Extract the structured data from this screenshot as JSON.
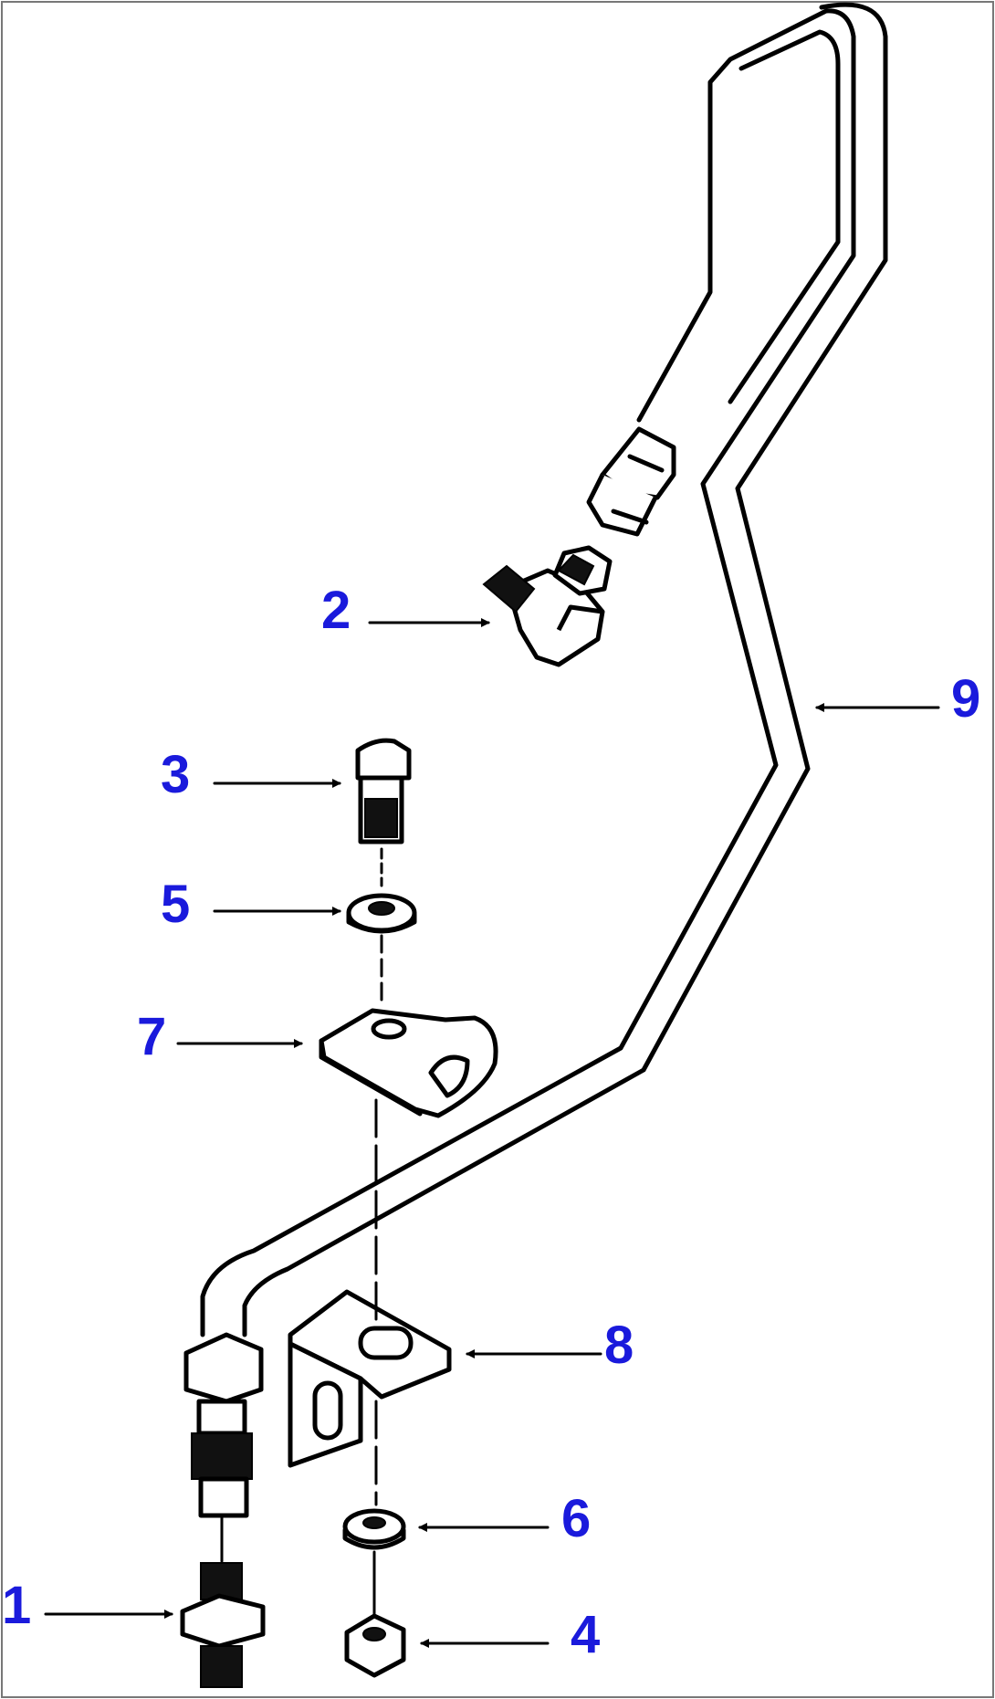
{
  "diagram": {
    "callouts": [
      {
        "id": "1",
        "label": "1"
      },
      {
        "id": "2",
        "label": "2"
      },
      {
        "id": "3",
        "label": "3"
      },
      {
        "id": "4",
        "label": "4"
      },
      {
        "id": "5",
        "label": "5"
      },
      {
        "id": "6",
        "label": "6"
      },
      {
        "id": "7",
        "label": "7"
      },
      {
        "id": "8",
        "label": "8"
      },
      {
        "id": "9",
        "label": "9"
      }
    ],
    "colors": {
      "callout": "#1a1adc",
      "line": "#000000",
      "background": "#ffffff"
    }
  }
}
